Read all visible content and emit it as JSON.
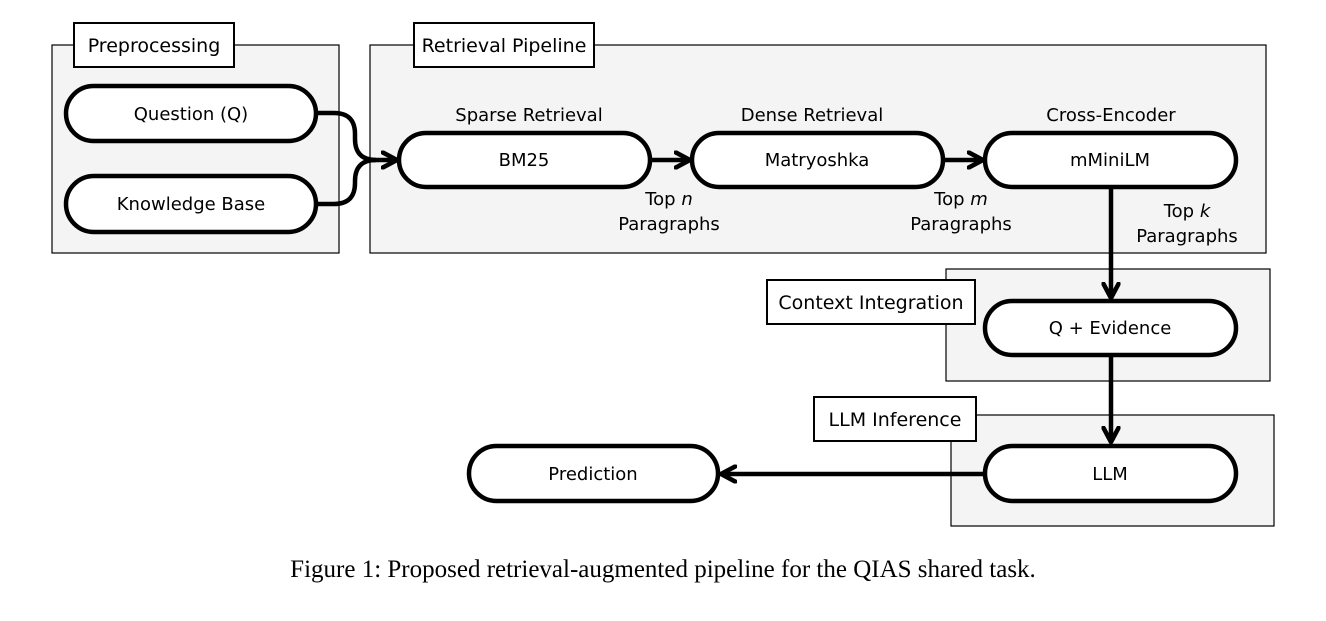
{
  "groups": {
    "preprocessing": "Preprocessing",
    "retrieval": "Retrieval Pipeline",
    "context": "Context Integration",
    "inference": "LLM Inference"
  },
  "nodes": {
    "question": "Question (Q)",
    "knowledge_base": "Knowledge Base",
    "bm25": "BM25",
    "matryoshka": "Matryoshka",
    "mminilm": "mMiniLM",
    "evidence": "Q + Evidence",
    "llm": "LLM",
    "prediction": "Prediction"
  },
  "stages": {
    "sparse": "Sparse Retrieval",
    "dense": "Dense Retrieval",
    "cross": "Cross-Encoder"
  },
  "edge_labels": {
    "top_n": {
      "prefix": "Top ",
      "var": "n",
      "suffix": "Paragraphs"
    },
    "top_m": {
      "prefix": "Top ",
      "var": "m",
      "suffix": "Paragraphs"
    },
    "top_k": {
      "prefix": "Top ",
      "var": "k",
      "suffix": "Paragraphs"
    }
  },
  "caption": "Figure 1: Proposed retrieval-augmented pipeline for the QIAS shared task."
}
